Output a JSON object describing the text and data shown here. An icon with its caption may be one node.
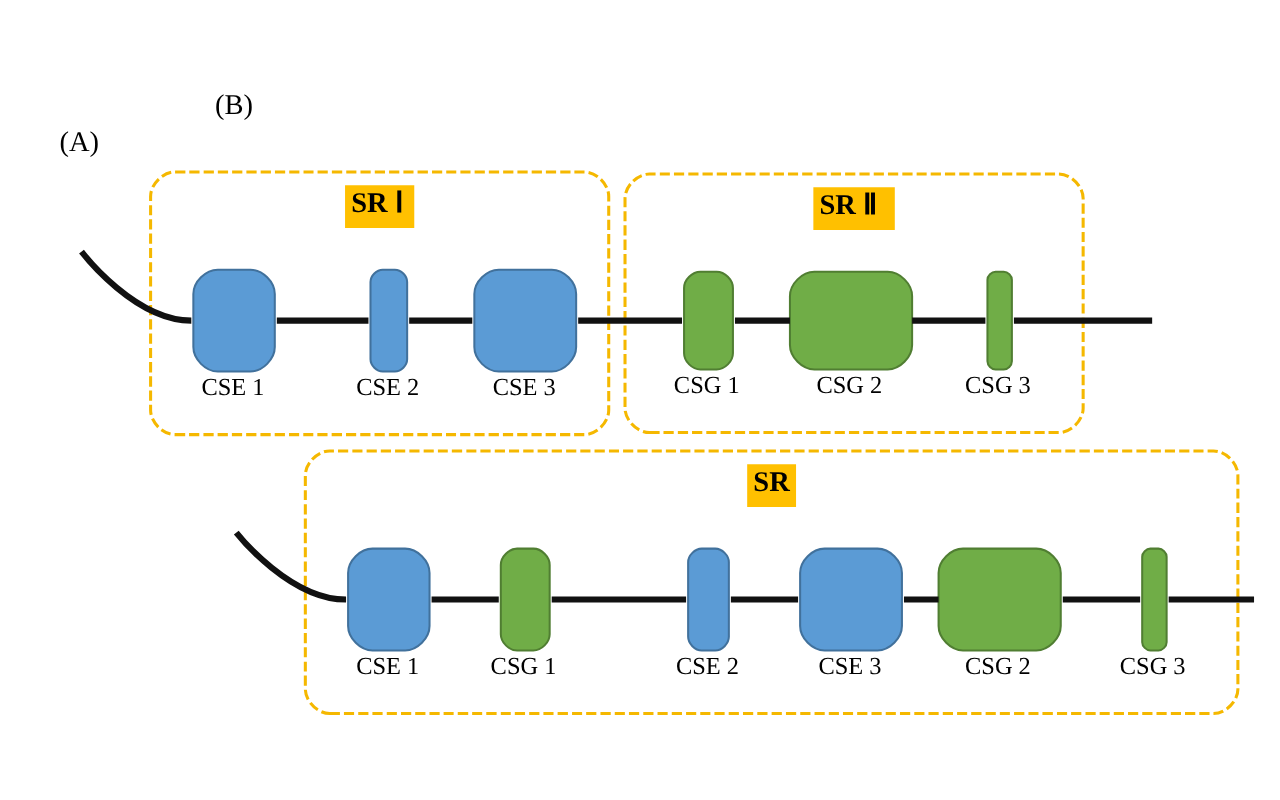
{
  "diagram": {
    "nodes": [
      {
        "text": [
          "SR Ⅰ"
        ]
      },
      {
        "text": [],
        "shape": "box",
        "in": 0,
        "beside": [
          "CSE 1"
        ]
      },
      {
        "text": [],
        "shape": "box",
        "in": 0,
        "beside": [
          "CSE 2"
        ]
      },
      {
        "text": [],
        "shape": "box",
        "in": 0,
        "beside": [
          "CSE 3"
        ]
      },
      {
        "text": [
          "SR Ⅱ"
        ]
      },
      {
        "text": [],
        "shape": "box",
        "in": 4,
        "beside": [
          "CSG 1"
        ]
      },
      {
        "text": [],
        "shape": "box",
        "in": 4,
        "beside": [
          "CSG 2"
        ]
      },
      {
        "text": [],
        "shape": "box",
        "in": 4,
        "beside": [
          "CSG 3"
        ]
      },
      {
        "text": [
          "SR"
        ]
      },
      {
        "text": [],
        "shape": "box",
        "in": 8,
        "beside": [
          "CSE 1"
        ]
      },
      {
        "text": [],
        "shape": "box",
        "in": 8,
        "beside": [
          "CSG 1"
        ]
      },
      {
        "text": [],
        "shape": "box",
        "in": 8,
        "beside": [
          "CSE 2"
        ]
      },
      {
        "text": [],
        "shape": "box",
        "in": 8,
        "beside": [
          "CSE 3"
        ]
      },
      {
        "text": [],
        "shape": "box",
        "in": 8,
        "beside": [
          "CSG 2"
        ]
      },
      {
        "text": [],
        "shape": "box",
        "in": 8,
        "beside": [
          "CSG 3"
        ]
      }
    ],
    "edges": [
      {
        "from": null,
        "to": 1,
        "arrow": "none"
      },
      {
        "from": 1,
        "to": 2,
        "arrow": "none"
      },
      {
        "from": 2,
        "to": 3,
        "arrow": "none"
      },
      {
        "from": 3,
        "to": 5,
        "arrow": "none"
      },
      {
        "from": 5,
        "to": 6,
        "arrow": "none"
      },
      {
        "from": 6,
        "to": 7,
        "arrow": "none"
      },
      {
        "from": 7,
        "to": null,
        "arrow": "none"
      },
      {
        "from": null,
        "to": 9,
        "arrow": "none"
      },
      {
        "from": 9,
        "to": 10,
        "arrow": "none"
      },
      {
        "from": 10,
        "to": 11,
        "arrow": "none"
      },
      {
        "from": 11,
        "to": 12,
        "arrow": "none"
      },
      {
        "from": 12,
        "to": 13,
        "arrow": "none"
      },
      {
        "from": 13,
        "to": 14,
        "arrow": "none"
      },
      {
        "from": 14,
        "to": null,
        "arrow": "none"
      }
    ],
    "labels": [
      "(A)",
      "(B)"
    ]
  }
}
